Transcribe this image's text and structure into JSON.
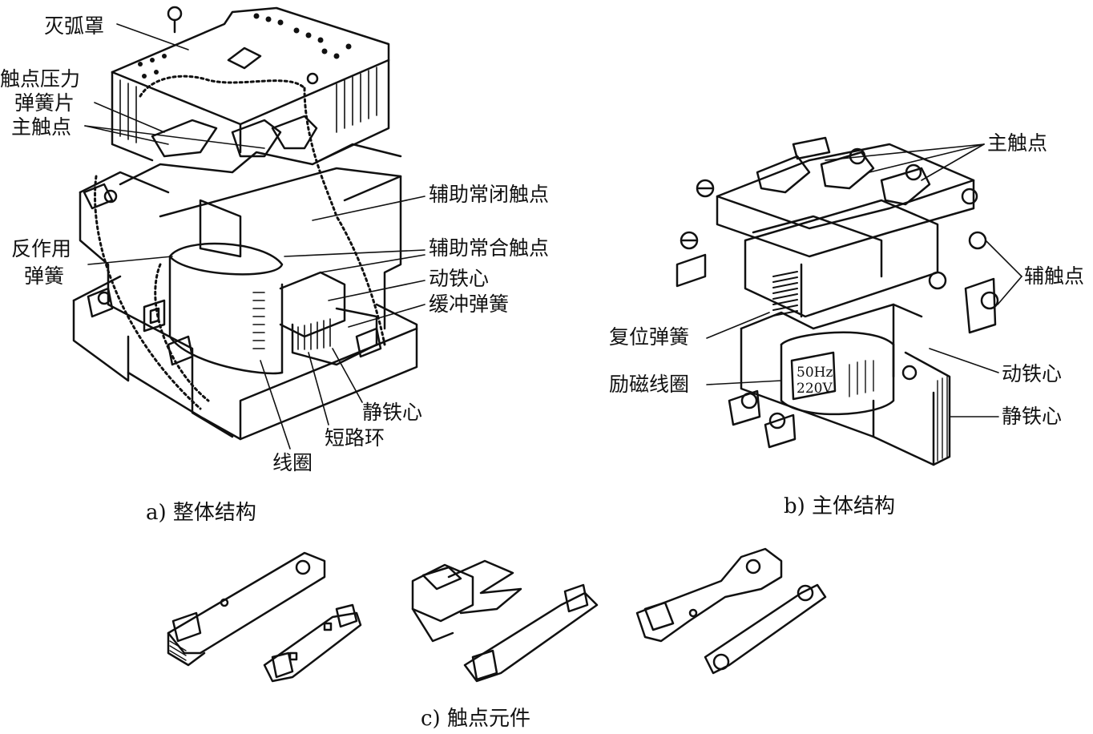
{
  "figure_a": {
    "caption": "a) 整体结构",
    "labels": {
      "arc_chute": "灭弧罩",
      "contact_pressure_1": "触点压力",
      "contact_pressure_2": "弹簧片",
      "main_contact": "主触点",
      "aux_nc_contact": "辅助常闭触点",
      "aux_no_contact": "辅助常合触点",
      "reaction_spring_1": "反作用",
      "reaction_spring_2": "弹簧",
      "moving_core": "动铁心",
      "buffer_spring": "缓冲弹簧",
      "static_core": "静铁心",
      "short_ring": "短路环",
      "coil": "线圈"
    }
  },
  "figure_b": {
    "caption": "b) 主体结构",
    "labels": {
      "main_contact": "主触点",
      "aux_contact": "辅触点",
      "reset_spring": "复位弹簧",
      "excitation_coil": "励磁线圈",
      "moving_core": "动铁心",
      "static_core": "静铁心"
    },
    "coil_marking_1": "50Hz",
    "coil_marking_2": "220V"
  },
  "figure_c": {
    "caption": "c) 触点元件"
  }
}
